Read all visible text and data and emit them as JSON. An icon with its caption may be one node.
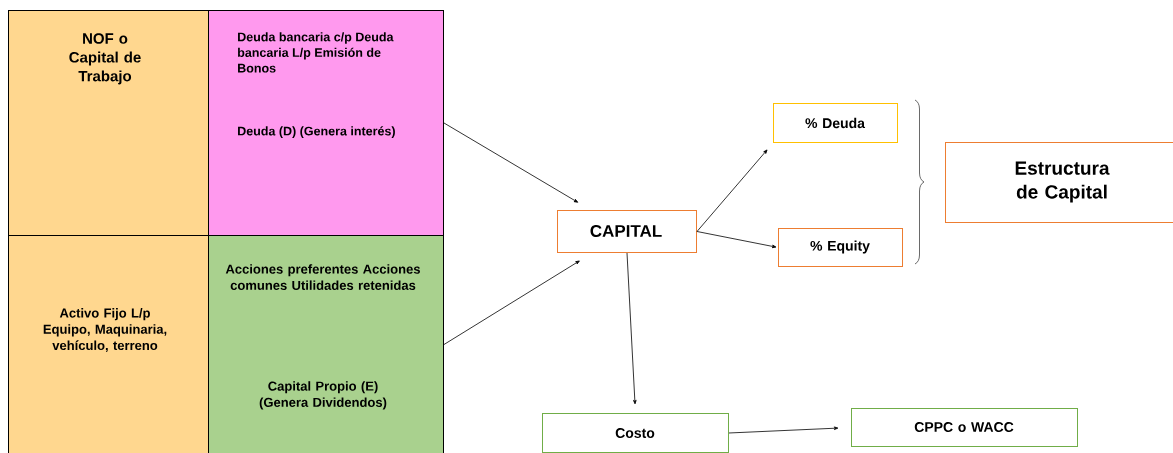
{
  "diagram": {
    "nodes": [
      {
        "text": [
          "NOF o Capital de Trabajo"
        ]
      },
      {
        "text": [
          "Deuda bancaria c/p Deuda bancaria L/p Emisión de Bonos",
          "Deuda (D) (Genera interés)"
        ]
      },
      {
        "text": [
          "Activo Fijo L/p Equipo, Maquinaria, vehículo, terreno"
        ]
      },
      {
        "text": [
          "Acciones preferentes Acciones comunes Utilidades retenidas",
          "Capital Propio (E) (Genera Dividendos)"
        ]
      },
      {
        "text": [
          "CAPITAL"
        ]
      },
      {
        "text": [
          "% Deuda"
        ]
      },
      {
        "text": [
          "% Equity"
        ]
      },
      {
        "text": [
          "Estructura de Capital"
        ]
      },
      {
        "text": [
          "Costo"
        ]
      },
      {
        "text": [
          "CPPC o WACC"
        ]
      }
    ],
    "edges": [
      {
        "from": 1,
        "to": 4,
        "arrow": "to"
      },
      {
        "from": 3,
        "to": 4,
        "arrow": "to"
      },
      {
        "from": 4,
        "to": 5,
        "arrow": "to"
      },
      {
        "from": 4,
        "to": 6,
        "arrow": "to"
      },
      {
        "from": 4,
        "to": 8,
        "arrow": "to"
      },
      {
        "from": 8,
        "to": 9,
        "arrow": "to"
      }
    ]
  }
}
